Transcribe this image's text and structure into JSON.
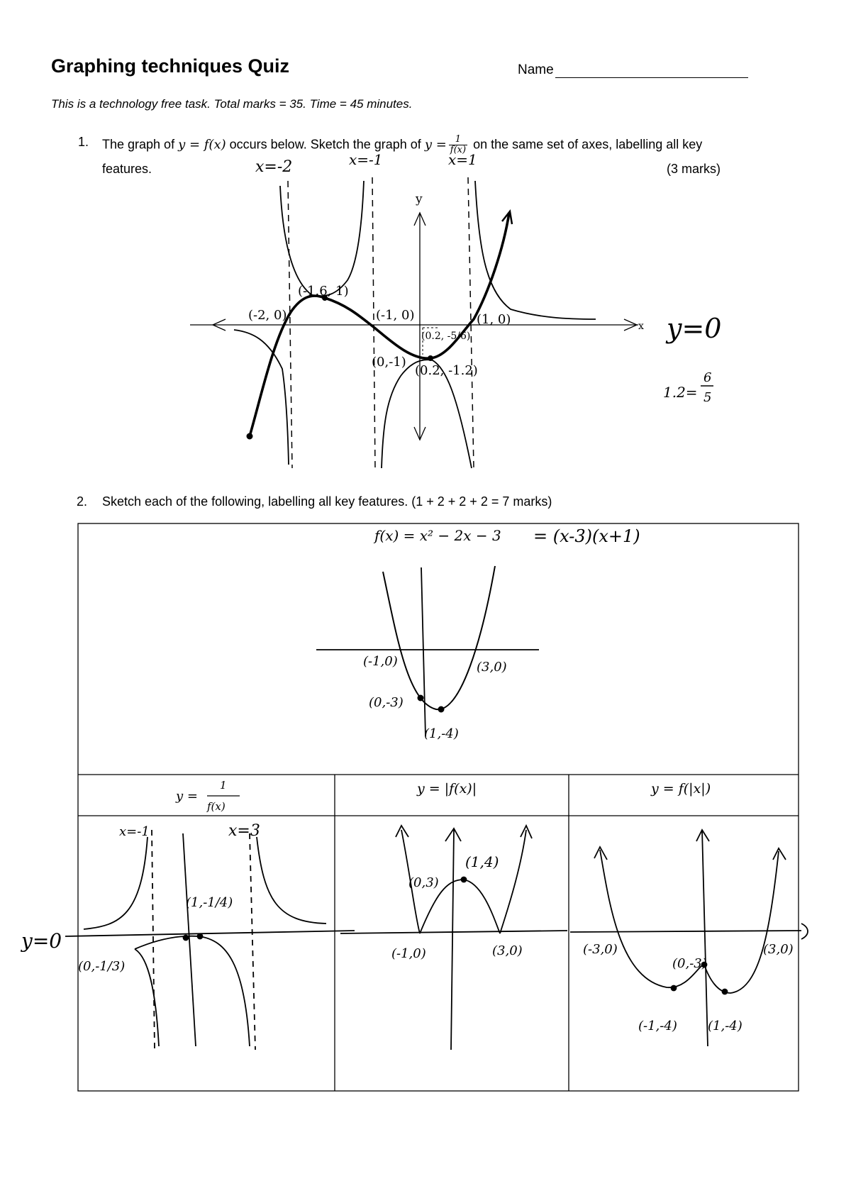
{
  "header": {
    "title": "Graphing techniques Quiz",
    "name_label": "Name",
    "instructions": "This is a technology free task. Total marks = 35. Time = 45 minutes."
  },
  "q1": {
    "number": "1.",
    "text_a": "The graph of ",
    "y_eq_fx": "y = f(x)",
    "text_b": " occurs below. Sketch the graph of ",
    "y_eq": "y =",
    "frac_num": "1",
    "frac_den": "f(x)",
    "text_c": " on the same set of axes, labelling all key",
    "text_d": "features.",
    "marks": "(3 marks)",
    "axis_y": "y",
    "axis_x": "x",
    "labels": {
      "p1": "(-1.6, 1)",
      "p2": "(-2, 0)",
      "p3": "(-1, 0)",
      "p4": "(1, 0)",
      "p5": "(0,-1)",
      "p6": "(0.2, -1.2)",
      "p7": "(0.2, -5/6)"
    },
    "handwritten": {
      "asym1": "x=-2",
      "asym2": "x=-1",
      "asym3": "x=1",
      "hasym": "y=0",
      "note_left": "1.2=",
      "note_num": "6",
      "note_den": "5"
    }
  },
  "q2": {
    "number": "2.",
    "text": "Sketch each of the following, labelling all key features. (1 + 2 + 2 + 2 = 7 marks)",
    "fx_eq": "f(x) = x² − 2x − 3",
    "hand_eq": "= (x-3)(x+1)",
    "top_labels": {
      "a": "(-1,0)",
      "b": "(3,0)",
      "c": "(0,-3)",
      "d": "(1,-4)"
    },
    "cells": [
      {
        "title_left": "y =",
        "frac_num": "1",
        "frac_den": "f(x)",
        "labels": {
          "asym1": "x=-1",
          "asym2": "x=3",
          "pt1": "(1,-1/4)",
          "pt2": "(0,-1/3)",
          "hasym": "y=0"
        }
      },
      {
        "title": "y = |f(x)|",
        "labels": {
          "a": "(0,3)",
          "b": "(1,4)",
          "c": "(-1,0)",
          "d": "(3,0)"
        }
      },
      {
        "title": "y = f(|x|)",
        "labels": {
          "a": "(-3,0)",
          "b": "(3,0)",
          "c": "(0,-3)",
          "d": "(-1,-4)",
          "e": "(1,-4)"
        }
      }
    ]
  }
}
